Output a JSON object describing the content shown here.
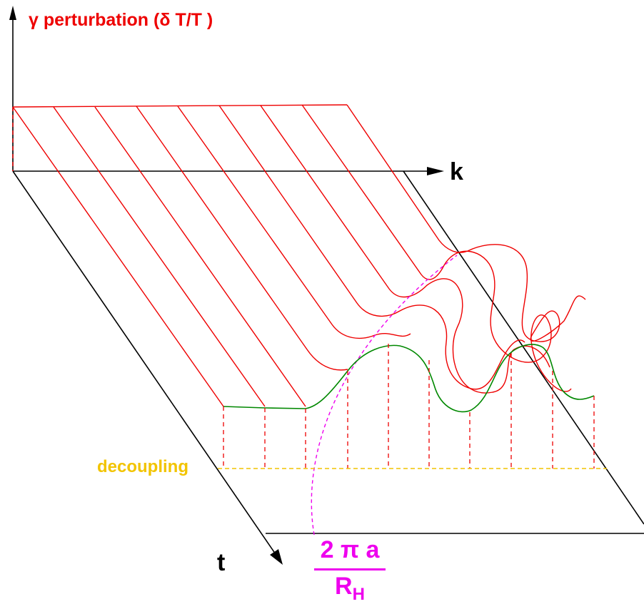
{
  "labels": {
    "y_axis_title": "γ perturbation  (δ T/T )",
    "x_axis": "k",
    "t_axis": "t",
    "decoupling": "decoupling",
    "horizon_numerator": "2 π a",
    "horizon_denominator": "R",
    "horizon_subscript": "H"
  },
  "colors": {
    "axes": "#000000",
    "perturbation_lines": "#ee0000",
    "decoupling_curve": "#008800",
    "horizon": "#ee00ee",
    "decoupling_line": "#f2c400"
  }
}
